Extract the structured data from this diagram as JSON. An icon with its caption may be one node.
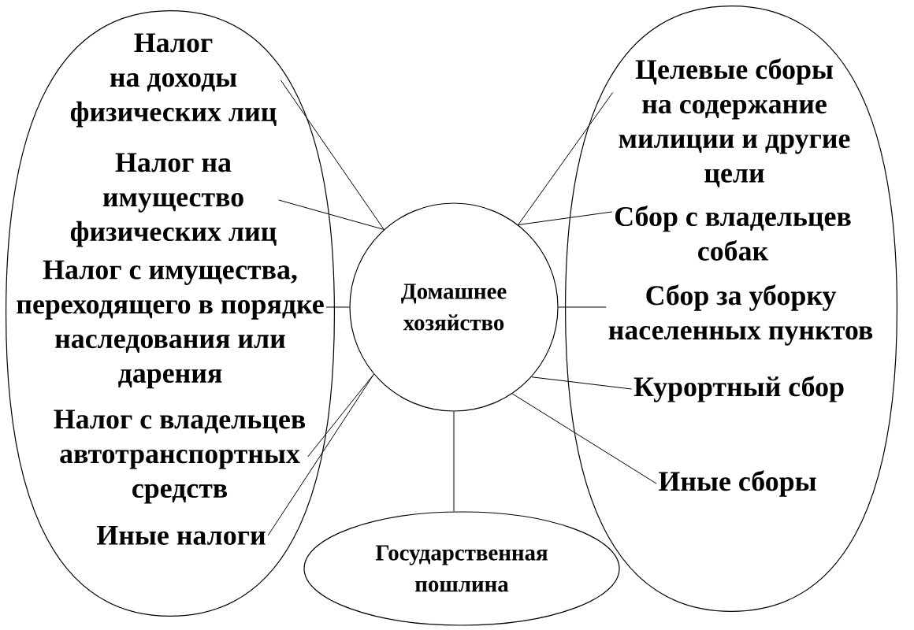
{
  "diagram": {
    "nodes": [
      {
        "text": [],
        "shape": "ellipse"
      },
      {
        "text": [
          "Налог на доходы физических лиц"
        ],
        "in": 0
      },
      {
        "text": [
          "Налог на имущество физических лиц"
        ],
        "in": 0
      },
      {
        "text": [
          "Налог с имущества, переходящего в порядке наследования или дарения"
        ],
        "in": 0
      },
      {
        "text": [
          "Налог с владельцев автотранспортных средств"
        ],
        "in": 0
      },
      {
        "text": [
          "Иные налоги"
        ],
        "in": 0
      },
      {
        "text": [
          "Домашнее хозяйство"
        ]
      },
      {
        "text": [],
        "shape": "ellipse"
      },
      {
        "text": [
          "Целевые сборы на содержание милиции и другие цели"
        ],
        "in": 7
      },
      {
        "text": [
          "Сбор с владельцев собак"
        ],
        "in": 7
      },
      {
        "text": [
          "Сбор за уборку населенных пунктов"
        ],
        "in": 7
      },
      {
        "text": [
          "Курортный сбор"
        ],
        "in": 7
      },
      {
        "text": [
          "Иные сборы"
        ],
        "in": 7
      },
      {
        "text": [
          "Государственная пошлина"
        ]
      }
    ],
    "edges": [
      {
        "from": 6,
        "to": 1,
        "arrow": "none"
      },
      {
        "from": 6,
        "to": 2,
        "arrow": "none"
      },
      {
        "from": 6,
        "to": 3,
        "arrow": "none"
      },
      {
        "from": 6,
        "to": 4,
        "arrow": "none"
      },
      {
        "from": 6,
        "to": 5,
        "arrow": "none"
      },
      {
        "from": 6,
        "to": 8,
        "arrow": "none"
      },
      {
        "from": 6,
        "to": 9,
        "arrow": "none"
      },
      {
        "from": 6,
        "to": 10,
        "arrow": "none"
      },
      {
        "from": 6,
        "to": 11,
        "arrow": "none"
      },
      {
        "from": 6,
        "to": 12,
        "arrow": "none"
      },
      {
        "from": 6,
        "to": 13,
        "arrow": "none"
      }
    ]
  }
}
